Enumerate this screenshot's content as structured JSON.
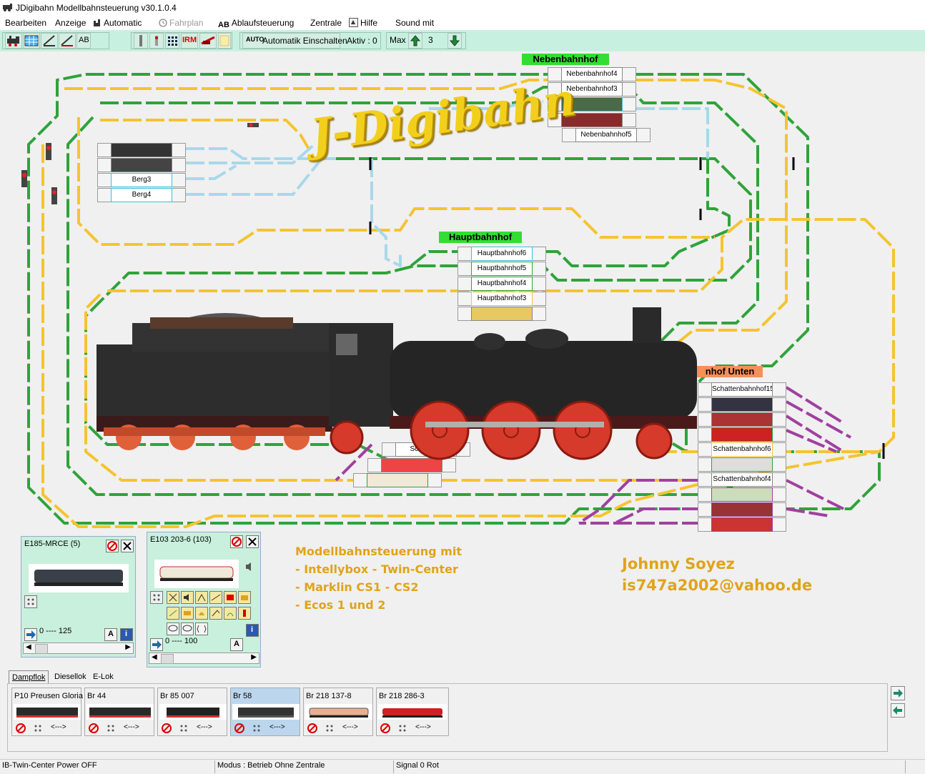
{
  "window": {
    "title": "JDigibahn Modellbahnsteuerung v30.1.0.4"
  },
  "menu": {
    "items": [
      "Bearbeiten",
      "Anzeige",
      "Automatic",
      "Fahrplan",
      "Ablaufsteuerung",
      "Zentrale",
      "Hilfe",
      "Sound mit"
    ]
  },
  "toolbar": {
    "irm_label": "IRM",
    "auto_badge": "AUTO",
    "auto_button": "Automatik Einschalten",
    "aktiv": "Aktiv : 0",
    "max_label": "Max",
    "max_value": "3",
    "ab_label": "AB"
  },
  "layout": {
    "logo": "J-Digibahn",
    "stations": {
      "nebenbahnhof": "Nebenbahnhof",
      "hauptbahnhof": "Hauptbahnhof",
      "schatten": "nhof Unten"
    },
    "tracks": {
      "nb4": "Nebenbahnhof4",
      "nb3": "Nebenbahnhof3",
      "nb5": "Nebenbahnhof5",
      "berg3": "Berg3",
      "berg4": "Berg4",
      "hb6": "Hauptbahnhof6",
      "hb5": "Hauptbahnhof5",
      "hb4": "Hauptbahnhof4",
      "hb3": "Hauptbahnhof3",
      "sb15": "Schattenbahnhof15",
      "sb6": "Schattenbahnhof6",
      "sb4": "Schattenbahnhof4",
      "sb_short": "Schattenb"
    },
    "info_lines": [
      "Modellbahnsteuerung mit",
      "- Intellybox - Twin-Center",
      "- Marklin CS1 - CS2",
      "- Ecos 1 und 2"
    ],
    "author": "Johnny Soyez",
    "email": "is747a2002@vahoo.de"
  },
  "colors": {
    "green": "#2fa33a",
    "yellow": "#f4c430",
    "lightblue": "#a8d8ea",
    "purple": "#a040a0",
    "label_green": "#33dd33",
    "label_orange": "#f4905a",
    "panel": "#c8f0dc"
  },
  "lok_panels": [
    {
      "name": "E185-MRCE (5)",
      "speed": "0 ---- 125"
    },
    {
      "name": "E103 203-6 (103)",
      "speed": "0 ---- 100"
    }
  ],
  "lok_tabs": [
    "Dampflok",
    "Diesellok",
    "E-Lok"
  ],
  "lok_cards": [
    {
      "name": "P10 Preusen Gloria",
      "dir": "<--->"
    },
    {
      "name": "Br 44",
      "dir": "<--->"
    },
    {
      "name": "Br 85 007",
      "dir": "<--->"
    },
    {
      "name": "Br 58",
      "dir": "<--->"
    },
    {
      "name": "Br 218 137-8",
      "dir": "<--->"
    },
    {
      "name": "Br 218 286-3",
      "dir": "<--->"
    }
  ],
  "status": {
    "power": "IB-Twin-Center Power OFF",
    "modus": "Modus : Betrieb Ohne Zentrale",
    "signal": "Signal 0 Rot"
  }
}
